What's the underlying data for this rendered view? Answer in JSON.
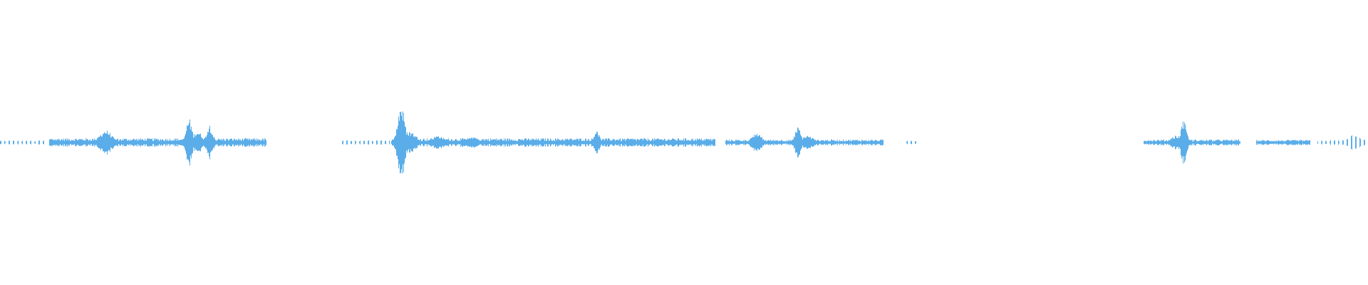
{
  "waveform": {
    "color": "#5aade8",
    "background": "#ffffff",
    "amplitude_scale": 1.0,
    "segments": [
      {
        "start": 0.0,
        "end": 0.034,
        "level": 0.01,
        "dotted": true
      },
      {
        "start": 0.036,
        "end": 0.195,
        "level": 0.02,
        "dotted": false
      },
      {
        "start": 0.25,
        "end": 0.285,
        "level": 0.01,
        "dotted": true
      },
      {
        "start": 0.286,
        "end": 0.523,
        "level": 0.02,
        "dotted": false
      },
      {
        "start": 0.53,
        "end": 0.646,
        "level": 0.014,
        "dotted": false
      },
      {
        "start": 0.662,
        "end": 0.672,
        "level": 0.01,
        "dotted": true
      },
      {
        "start": 0.836,
        "end": 0.907,
        "level": 0.014,
        "dotted": false
      },
      {
        "start": 0.918,
        "end": 0.958,
        "level": 0.012,
        "dotted": false
      },
      {
        "start": 0.963,
        "end": 1.0,
        "level": 0.012,
        "dotted": true
      }
    ],
    "bursts": [
      {
        "center": 0.077,
        "width": 0.006,
        "amplitude": 0.09
      },
      {
        "center": 0.138,
        "width": 0.003,
        "amplitude": 0.17
      },
      {
        "center": 0.144,
        "width": 0.005,
        "amplitude": 0.08
      },
      {
        "center": 0.153,
        "width": 0.003,
        "amplitude": 0.13
      },
      {
        "center": 0.293,
        "width": 0.0035,
        "amplitude": 0.28
      },
      {
        "center": 0.299,
        "width": 0.007,
        "amplitude": 0.08
      },
      {
        "center": 0.32,
        "width": 0.006,
        "amplitude": 0.05
      },
      {
        "center": 0.345,
        "width": 0.005,
        "amplitude": 0.04
      },
      {
        "center": 0.436,
        "width": 0.0025,
        "amplitude": 0.1
      },
      {
        "center": 0.553,
        "width": 0.005,
        "amplitude": 0.07
      },
      {
        "center": 0.583,
        "width": 0.003,
        "amplitude": 0.11
      },
      {
        "center": 0.59,
        "width": 0.006,
        "amplitude": 0.05
      },
      {
        "center": 0.865,
        "width": 0.003,
        "amplitude": 0.15
      },
      {
        "center": 0.86,
        "width": 0.006,
        "amplitude": 0.05
      },
      {
        "center": 0.99,
        "width": 0.007,
        "amplitude": 0.06
      }
    ]
  }
}
